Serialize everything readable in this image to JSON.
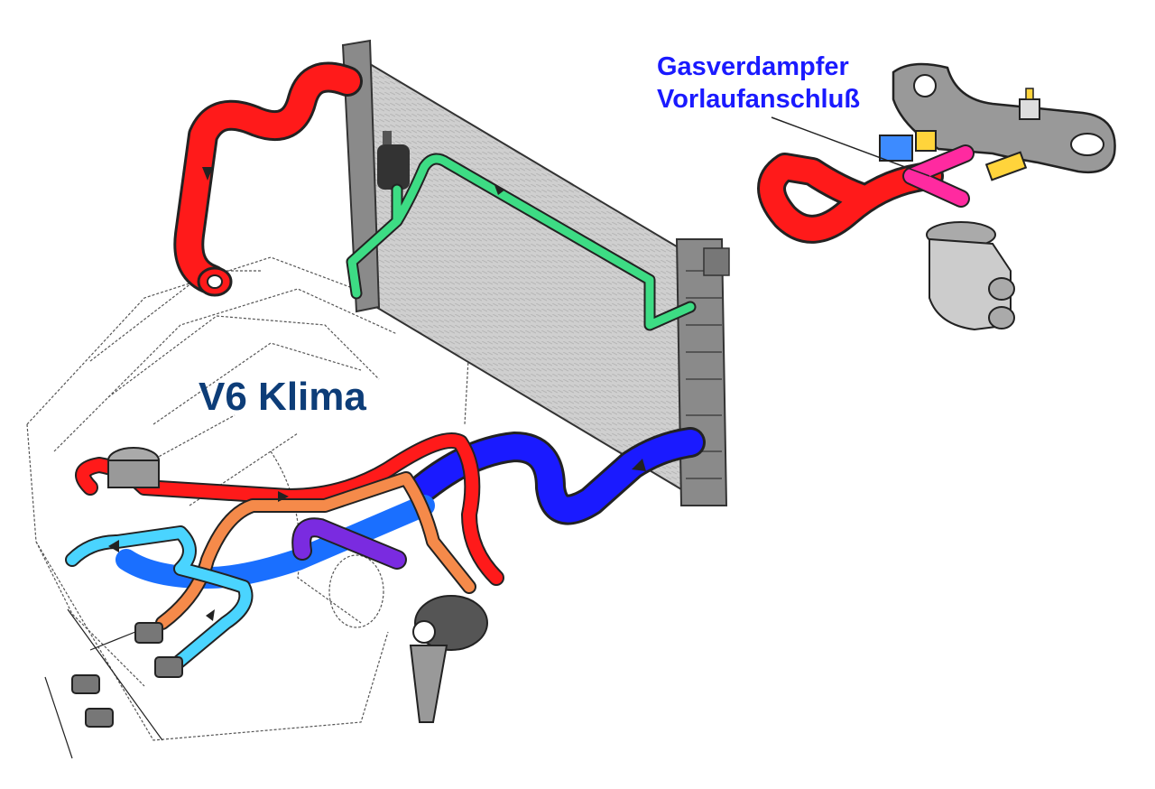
{
  "labels": {
    "gas_line1": "Gasverdampfer",
    "gas_line2": "Vorlaufanschluß",
    "system": "V6 Klima"
  },
  "colors": {
    "supply_hose": "#ff1a1a",
    "return_hose": "#1a1aff",
    "ac_line": "#3ddc84",
    "heater_feed": "#f58a4a",
    "heater_return": "#4ad4ff",
    "bypass": "#7a2be0",
    "gas_feed": "#ff2aa0",
    "radiator": "#c8c8c8",
    "title_text": "#0d3d78",
    "callout_text": "#1a1aff"
  }
}
